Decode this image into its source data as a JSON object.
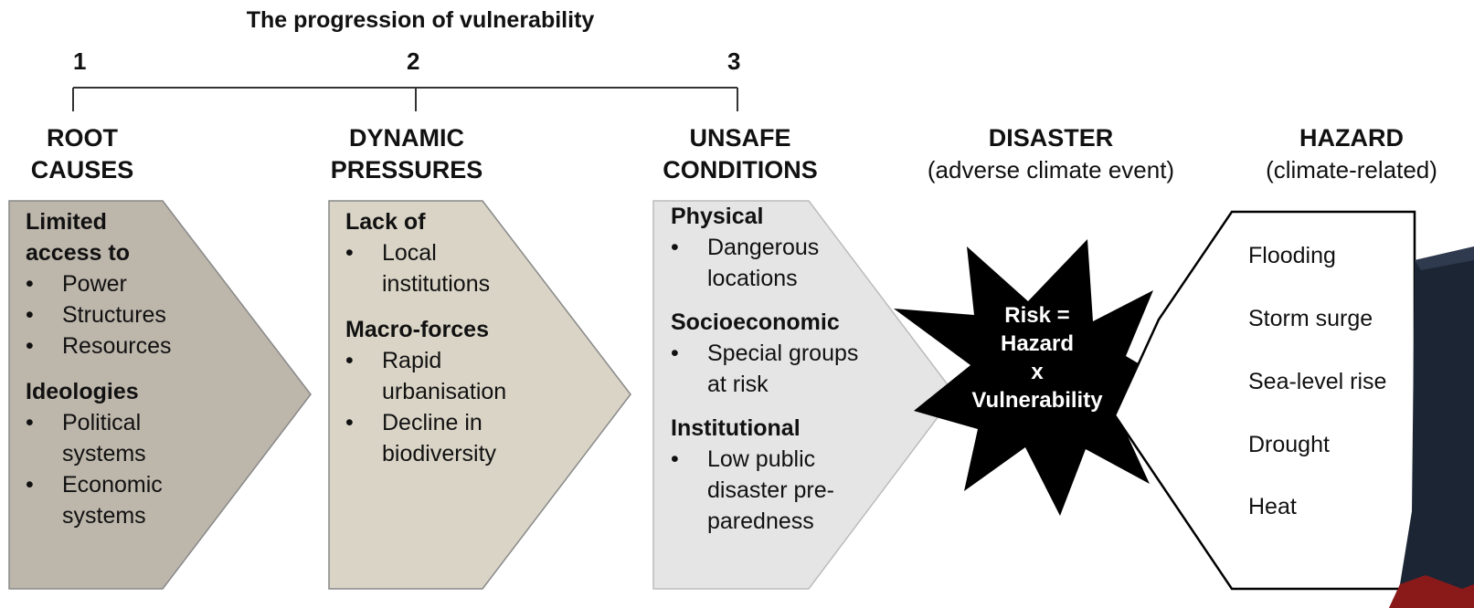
{
  "title": "The progression of vulnerability",
  "stages": [
    "1",
    "2",
    "3"
  ],
  "columns": {
    "root": {
      "head1": "ROOT",
      "head2": "CAUSES"
    },
    "dynamic": {
      "head1": "DYNAMIC",
      "head2": "PRESSURES"
    },
    "unsafe": {
      "head1": "UNSAFE",
      "head2": "CONDITIONS"
    },
    "disaster": {
      "head": "DISASTER",
      "sub": "(adverse climate event)"
    },
    "hazard": {
      "head": "HAZARD",
      "sub": "(climate-related)"
    }
  },
  "root_box": {
    "sec1_l1": "Limited",
    "sec1_l2": "access to",
    "items1": [
      "Power",
      "Structures",
      "Resources"
    ],
    "sec2": "Ideologies",
    "items2_a_l1": "Political",
    "items2_a_l2": "systems",
    "items2_b_l1": "Economic",
    "items2_b_l2": "systems"
  },
  "dynamic_box": {
    "sec1": "Lack of",
    "item1_l1": "Local",
    "item1_l2": "institutions",
    "sec2": "Macro-forces",
    "item2_l1": "Rapid",
    "item2_l2": "urbanisation",
    "item3_l1": "Decline in",
    "item3_l2": "biodiversity"
  },
  "unsafe_box": {
    "sec1": "Physical",
    "item1_l1": "Dangerous",
    "item1_l2": "locations",
    "sec2": "Socioeconomic",
    "item2_l1": "Special groups",
    "item2_l2": "at risk",
    "sec3": "Institutional",
    "item3_l1": "Low public",
    "item3_l2": "disaster pre-",
    "item3_l3": "paredness"
  },
  "risk": {
    "l1": "Risk =",
    "l2": "Hazard",
    "l3": "x",
    "l4": "Vulnerability"
  },
  "hazards": [
    "Flooding",
    "Storm surge",
    "Sea-level rise",
    "Drought",
    "Heat"
  ],
  "colors": {
    "root_fill": "#bdb6ab",
    "dynamic_fill": "#d9d4c6",
    "unsafe_fill": "#e5e5e5",
    "starburst": "#000000"
  }
}
